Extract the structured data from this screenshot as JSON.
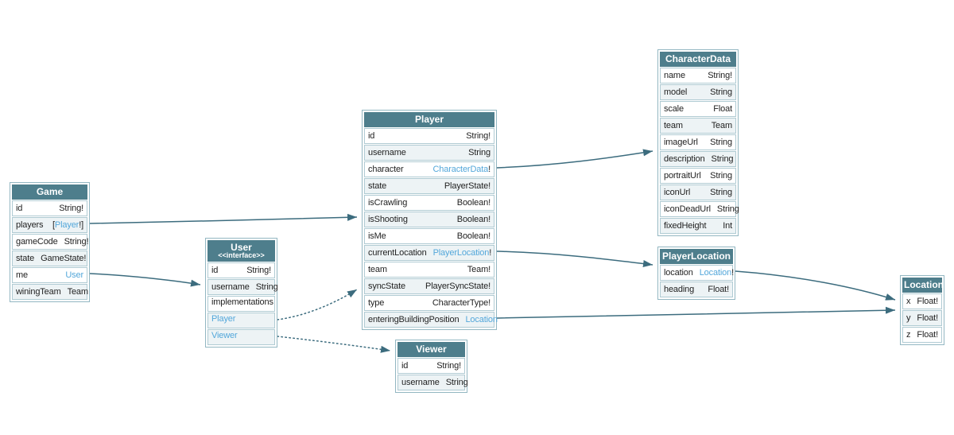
{
  "diagram": {
    "colors": {
      "header_bg": "#4e7e8c",
      "header_text": "#ffffff",
      "link": "#53a7da",
      "edge": "#3c6c7e",
      "alt_row_bg": "#edf3f5",
      "row_border": "#b0cbd3",
      "outer_border": "#93b7c2",
      "canvas_bg": "#ffffff"
    },
    "tables": [
      {
        "id": "game",
        "title": "Game",
        "fields": [
          {
            "name": "id",
            "type": [
              {
                "t": "String!",
                "link": false
              }
            ]
          },
          {
            "name": "players",
            "type": [
              {
                "t": "[",
                "link": false
              },
              {
                "t": "Player",
                "link": true
              },
              {
                "t": "!]",
                "link": false
              }
            ]
          },
          {
            "name": "gameCode",
            "type": [
              {
                "t": "String!",
                "link": false
              }
            ]
          },
          {
            "name": "state",
            "type": [
              {
                "t": "GameState!",
                "link": false
              }
            ]
          },
          {
            "name": "me",
            "type": [
              {
                "t": "User",
                "link": true
              }
            ]
          },
          {
            "name": "winingTeam",
            "type": [
              {
                "t": "Team",
                "link": false
              }
            ]
          }
        ]
      },
      {
        "id": "user",
        "title": "User",
        "subtitle": "<<interface>>",
        "fields": [
          {
            "name": "id",
            "type": [
              {
                "t": "String!",
                "link": false
              }
            ]
          },
          {
            "name": "username",
            "type": [
              {
                "t": "String",
                "link": false
              }
            ]
          }
        ],
        "extra_rows": [
          {
            "kind": "label",
            "text": "implementations"
          },
          {
            "kind": "link",
            "text": "Player"
          },
          {
            "kind": "link",
            "text": "Viewer"
          }
        ]
      },
      {
        "id": "player",
        "title": "Player",
        "fields": [
          {
            "name": "id",
            "type": [
              {
                "t": "String!",
                "link": false
              }
            ]
          },
          {
            "name": "username",
            "type": [
              {
                "t": "String",
                "link": false
              }
            ]
          },
          {
            "name": "character",
            "type": [
              {
                "t": "CharacterData",
                "link": true
              },
              {
                "t": "!",
                "link": false
              }
            ]
          },
          {
            "name": "state",
            "type": [
              {
                "t": "PlayerState!",
                "link": false
              }
            ]
          },
          {
            "name": "isCrawling",
            "type": [
              {
                "t": "Boolean!",
                "link": false
              }
            ]
          },
          {
            "name": "isShooting",
            "type": [
              {
                "t": "Boolean!",
                "link": false
              }
            ]
          },
          {
            "name": "isMe",
            "type": [
              {
                "t": "Boolean!",
                "link": false
              }
            ]
          },
          {
            "name": "currentLocation",
            "type": [
              {
                "t": "PlayerLocation",
                "link": true
              },
              {
                "t": "!",
                "link": false
              }
            ]
          },
          {
            "name": "team",
            "type": [
              {
                "t": "Team!",
                "link": false
              }
            ]
          },
          {
            "name": "syncState",
            "type": [
              {
                "t": "PlayerSyncState!",
                "link": false
              }
            ]
          },
          {
            "name": "type",
            "type": [
              {
                "t": "CharacterType!",
                "link": false
              }
            ]
          },
          {
            "name": "enteringBuildingPosition",
            "type": [
              {
                "t": "Location",
                "link": true
              }
            ]
          }
        ]
      },
      {
        "id": "viewer",
        "title": "Viewer",
        "fields": [
          {
            "name": "id",
            "type": [
              {
                "t": "String!",
                "link": false
              }
            ]
          },
          {
            "name": "username",
            "type": [
              {
                "t": "String",
                "link": false
              }
            ]
          }
        ]
      },
      {
        "id": "characterdata",
        "title": "CharacterData",
        "fields": [
          {
            "name": "name",
            "type": [
              {
                "t": "String!",
                "link": false
              }
            ]
          },
          {
            "name": "model",
            "type": [
              {
                "t": "String",
                "link": false
              }
            ]
          },
          {
            "name": "scale",
            "type": [
              {
                "t": "Float",
                "link": false
              }
            ]
          },
          {
            "name": "team",
            "type": [
              {
                "t": "Team",
                "link": false
              }
            ]
          },
          {
            "name": "imageUrl",
            "type": [
              {
                "t": "String",
                "link": false
              }
            ]
          },
          {
            "name": "description",
            "type": [
              {
                "t": "String",
                "link": false
              }
            ]
          },
          {
            "name": "portraitUrl",
            "type": [
              {
                "t": "String",
                "link": false
              }
            ]
          },
          {
            "name": "iconUrl",
            "type": [
              {
                "t": "String",
                "link": false
              }
            ]
          },
          {
            "name": "iconDeadUrl",
            "type": [
              {
                "t": "String",
                "link": false
              }
            ]
          },
          {
            "name": "fixedHeight",
            "type": [
              {
                "t": "Int",
                "link": false
              }
            ]
          }
        ]
      },
      {
        "id": "playerlocation",
        "title": "PlayerLocation",
        "fields": [
          {
            "name": "location",
            "type": [
              {
                "t": "Location",
                "link": true
              },
              {
                "t": "!",
                "link": false
              }
            ]
          },
          {
            "name": "heading",
            "type": [
              {
                "t": "Float!",
                "link": false
              }
            ]
          }
        ]
      },
      {
        "id": "location",
        "title": "Location",
        "fields": [
          {
            "name": "x",
            "type": [
              {
                "t": "Float!",
                "link": false
              }
            ]
          },
          {
            "name": "y",
            "type": [
              {
                "t": "Float!",
                "link": false
              }
            ]
          },
          {
            "name": "z",
            "type": [
              {
                "t": "Float!",
                "link": false
              }
            ]
          }
        ]
      }
    ],
    "edges": [
      {
        "from": "Game.players",
        "to": "Player",
        "style": "solid"
      },
      {
        "from": "Game.me",
        "to": "User",
        "style": "solid"
      },
      {
        "from": "Player.character",
        "to": "CharacterData",
        "style": "solid"
      },
      {
        "from": "Player.currentLocation",
        "to": "PlayerLocation",
        "style": "solid"
      },
      {
        "from": "Player.enteringBuildingPosition",
        "to": "Location",
        "style": "solid"
      },
      {
        "from": "PlayerLocation.location",
        "to": "Location",
        "style": "solid"
      },
      {
        "from": "User.Player",
        "to": "Player",
        "style": "dotted"
      },
      {
        "from": "User.Viewer",
        "to": "Viewer",
        "style": "dotted"
      }
    ]
  }
}
